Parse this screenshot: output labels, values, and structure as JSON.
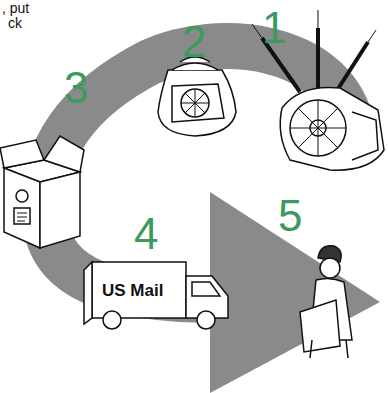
{
  "diagram": {
    "labels": [
      ", put",
      "ck",
      "1",
      "2",
      "3",
      "4",
      "5",
      "US Mail"
    ]
  }
}
